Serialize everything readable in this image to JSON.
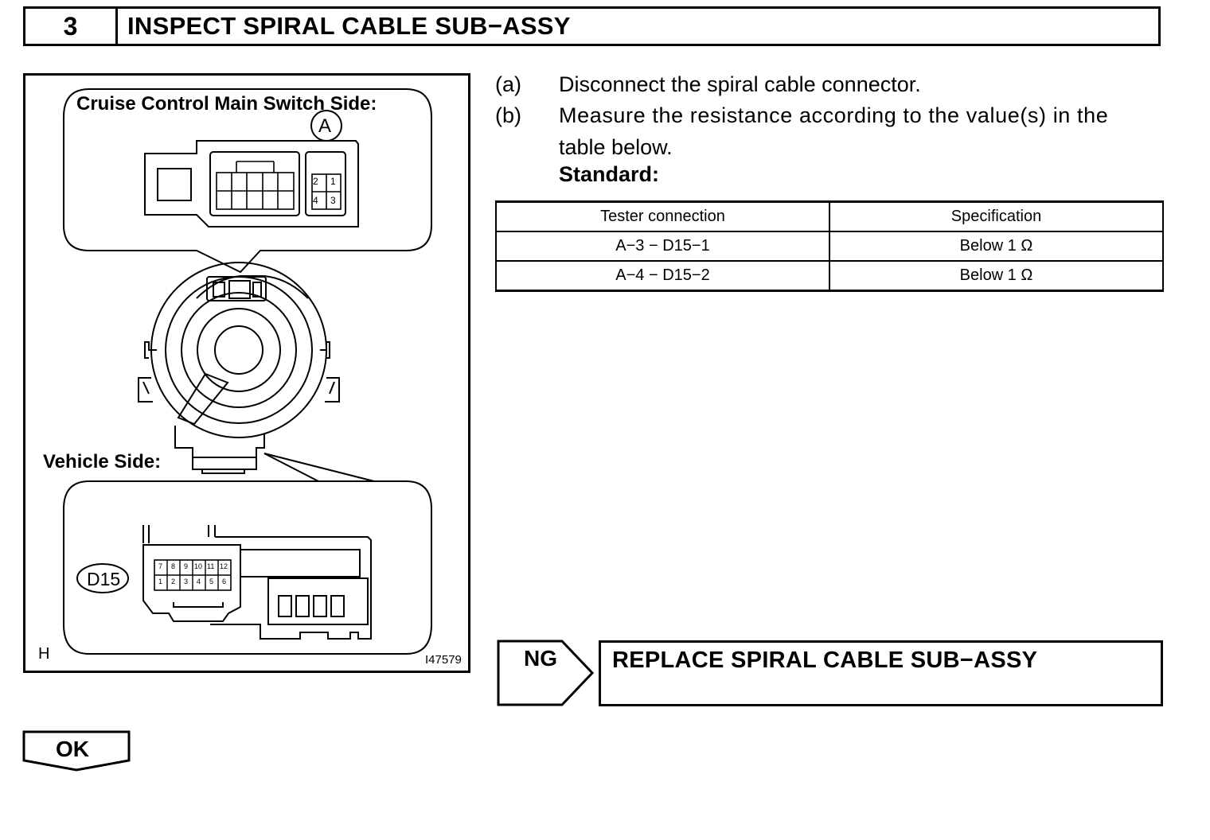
{
  "step": {
    "number": "3",
    "title": "INSPECT SPIRAL CABLE SUB−ASSY"
  },
  "figure": {
    "top_label": "Cruise Control Main Switch Side:",
    "connector_a_label": "A",
    "connector_a_pins": [
      "2",
      "1",
      "4",
      "3"
    ],
    "vehicle_side_label": "Vehicle Side:",
    "connector_d15_label": "D15",
    "connector_d15_pins_top": [
      "7",
      "8",
      "9",
      "10",
      "11",
      "12"
    ],
    "connector_d15_pins_bottom": [
      "1",
      "2",
      "3",
      "4",
      "5",
      "6"
    ],
    "corner_code": "H",
    "figure_id": "I47579"
  },
  "instructions": [
    {
      "label": "(a)",
      "text": "Disconnect the spiral cable connector."
    },
    {
      "label": "(b)",
      "text": "Measure the resistance according to the value(s) in the",
      "text2": "table below."
    }
  ],
  "standard_label": "Standard:",
  "table": {
    "headers": [
      "Tester connection",
      "Specification"
    ],
    "rows": [
      [
        "A−3 − D15−1",
        "Below 1 Ω"
      ],
      [
        "A−4 − D15−2",
        "Below 1 Ω"
      ]
    ]
  },
  "ng": {
    "label": "NG",
    "action": "REPLACE SPIRAL CABLE SUB−ASSY"
  },
  "ok": {
    "label": "OK"
  }
}
